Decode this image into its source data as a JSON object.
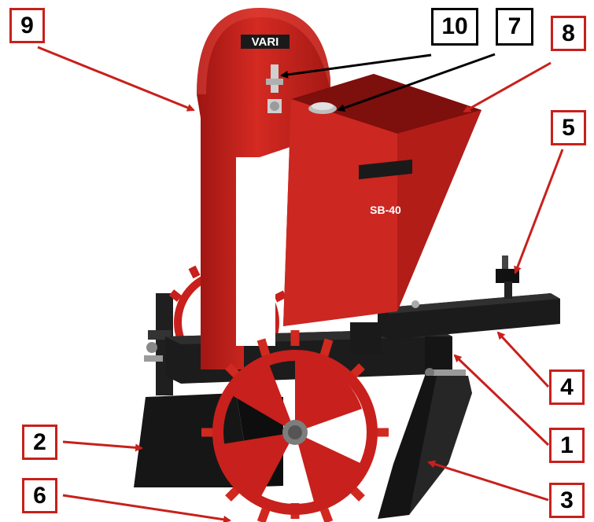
{
  "brand": {
    "logo_text": "VARI",
    "model_plate": "SB-40"
  },
  "colors": {
    "machine_red": "#c8201c",
    "frame_black": "#1e1e1e",
    "arrow_red": "#c8201c",
    "arrow_black": "#000000"
  },
  "callouts": [
    {
      "number": "1",
      "style": "red"
    },
    {
      "number": "2",
      "style": "red"
    },
    {
      "number": "3",
      "style": "red"
    },
    {
      "number": "4",
      "style": "red"
    },
    {
      "number": "5",
      "style": "red"
    },
    {
      "number": "6",
      "style": "red"
    },
    {
      "number": "7",
      "style": "black"
    },
    {
      "number": "8",
      "style": "red"
    },
    {
      "number": "9",
      "style": "red"
    },
    {
      "number": "10",
      "style": "black"
    }
  ]
}
